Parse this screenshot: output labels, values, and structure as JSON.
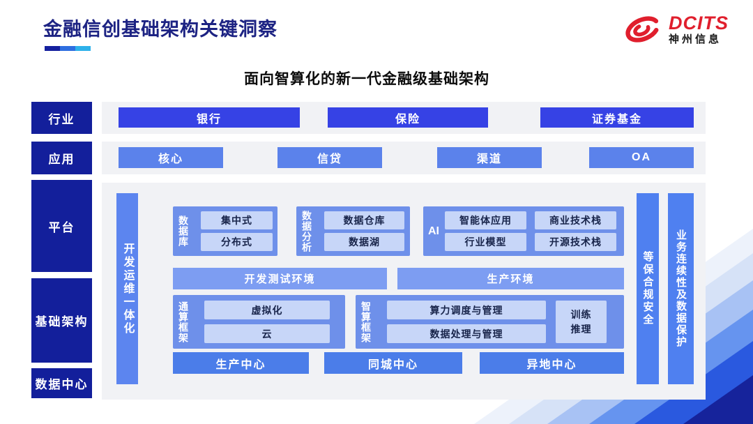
{
  "header": {
    "title": "金融信创基础架构关键洞察",
    "underline_colors": [
      "#14209E",
      "#2E6EE0",
      "#2EB1EA"
    ]
  },
  "logo": {
    "name": "DCITS",
    "subtitle": "神州信息",
    "brand_color": "#E01F2D"
  },
  "subtitle": "面向智算化的新一代金融级基础架构",
  "rows": {
    "industry": {
      "label": "行业",
      "items": [
        "银行",
        "保险",
        "证券基金"
      ]
    },
    "application": {
      "label": "应用",
      "items": [
        "核心",
        "信贷",
        "渠道",
        "OA"
      ]
    }
  },
  "side_labels": {
    "platform": "平台",
    "infrastructure": "基础架构",
    "datacenter": "数据中心"
  },
  "main": {
    "devops_bar": "开发运维一体化",
    "database_group": {
      "label": "数据库",
      "items": [
        "集中式",
        "分布式"
      ]
    },
    "analytics_group": {
      "label": "数据分析",
      "items": [
        "数据仓库",
        "数据湖"
      ]
    },
    "ai_group": {
      "label": "AI",
      "items": [
        "智能体应用",
        "商业技术栈",
        "行业模型",
        "开源技术栈"
      ]
    },
    "env_bars": [
      "开发测试环境",
      "生产环境"
    ],
    "general_compute_group": {
      "label": "通算框架",
      "items": [
        "虚拟化",
        "云"
      ]
    },
    "ai_compute_group": {
      "label": "智算框架",
      "items": [
        "算力调度与管理",
        "数据处理与管理"
      ],
      "side_item": "训练推理"
    },
    "centers": [
      "生产中心",
      "同城中心",
      "异地中心"
    ],
    "security_bar": "等保合规安全",
    "continuity_bar": "业务连续性及数据保护"
  },
  "colors": {
    "sidebar_navy": "#131F9B",
    "industry_blue": "#3642E5",
    "application_blue": "#5B82EB",
    "group_blue": "#6E90EA",
    "inner_light_blue": "#C7D6F8",
    "env_bar_blue": "#7D9DF2",
    "center_blue": "#4B7DE9",
    "vertical_bar_blue": "#5C85EF",
    "band_gray": "#F1F2F5"
  }
}
